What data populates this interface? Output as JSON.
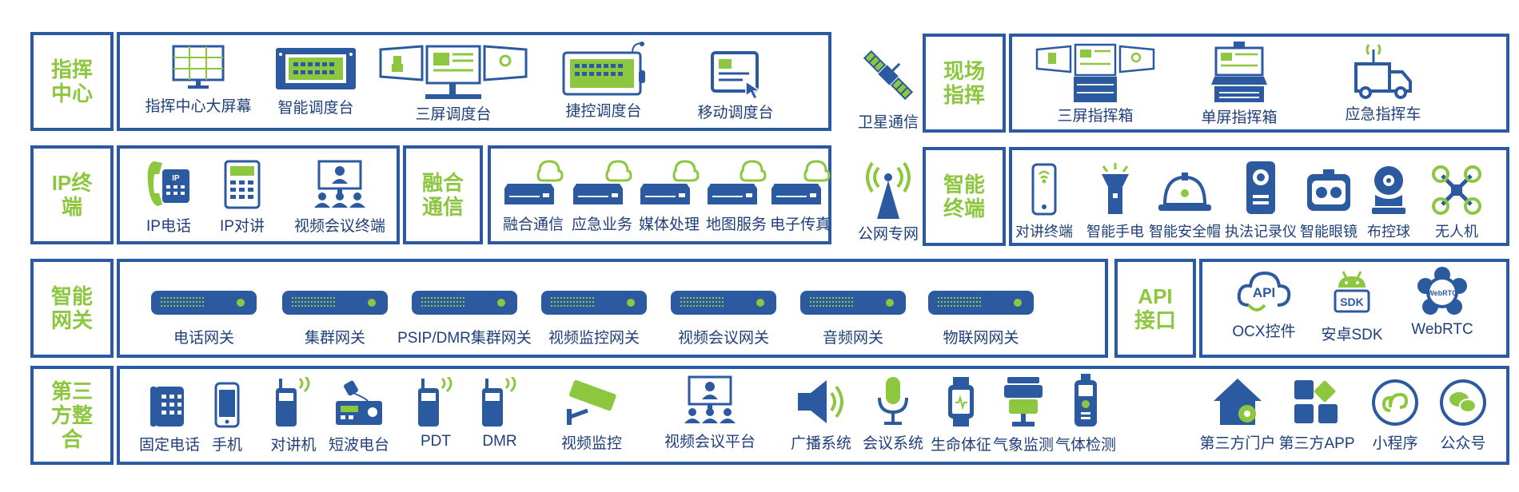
{
  "colors": {
    "blue": "#2c5aa0",
    "green": "#8dc63f"
  },
  "rows": {
    "row1": {
      "cat": "指挥\n中心",
      "items": [
        "指挥中心大屏幕",
        "智能调度台",
        "三屏调度台",
        "捷控调度台",
        "移动调度台"
      ],
      "satellite": "卫星通信",
      "cat2": "现场\n指挥",
      "items2": [
        "三屏指挥箱",
        "单屏指挥箱",
        "应急指挥车"
      ]
    },
    "row2": {
      "cat": "IP终\n端",
      "items": [
        "IP电话",
        "IP对讲",
        "视频会议终端"
      ],
      "cat_b": "融合\n通信",
      "servers": [
        "融合通信",
        "应急业务",
        "媒体处理",
        "地图服务",
        "电子传真"
      ],
      "network": "公网专网",
      "cat2": "智能\n终端",
      "items2": [
        "对讲终端",
        "智能手电",
        "智能安全帽",
        "执法记录仪",
        "智能眼镜",
        "布控球",
        "无人机"
      ]
    },
    "row3": {
      "cat": "智能\n网关",
      "gateways": [
        "电话网关",
        "集群网关",
        "PSIP/DMR集群网关",
        "视频监控网关",
        "视频会议网关",
        "音频网关",
        "物联网网关"
      ],
      "cat2": "API\n接口",
      "apis": [
        "OCX控件",
        "安卓SDK",
        "WebRTC"
      ],
      "api_icon_text": {
        "ocx": "API",
        "sdk": "SDK",
        "webrtc": "WebRTC"
      }
    },
    "row4": {
      "cat": "第三\n方整\n合",
      "items": [
        "固定电话",
        "手机",
        "对讲机",
        "短波电台",
        "PDT",
        "DMR",
        "视频监控",
        "视频会议平台",
        "广播系统",
        "会议系统",
        "生命体征",
        "气象监测",
        "气体检测"
      ],
      "items2": [
        "第三方门户",
        "第三方APP",
        "小程序",
        "公众号"
      ]
    }
  }
}
